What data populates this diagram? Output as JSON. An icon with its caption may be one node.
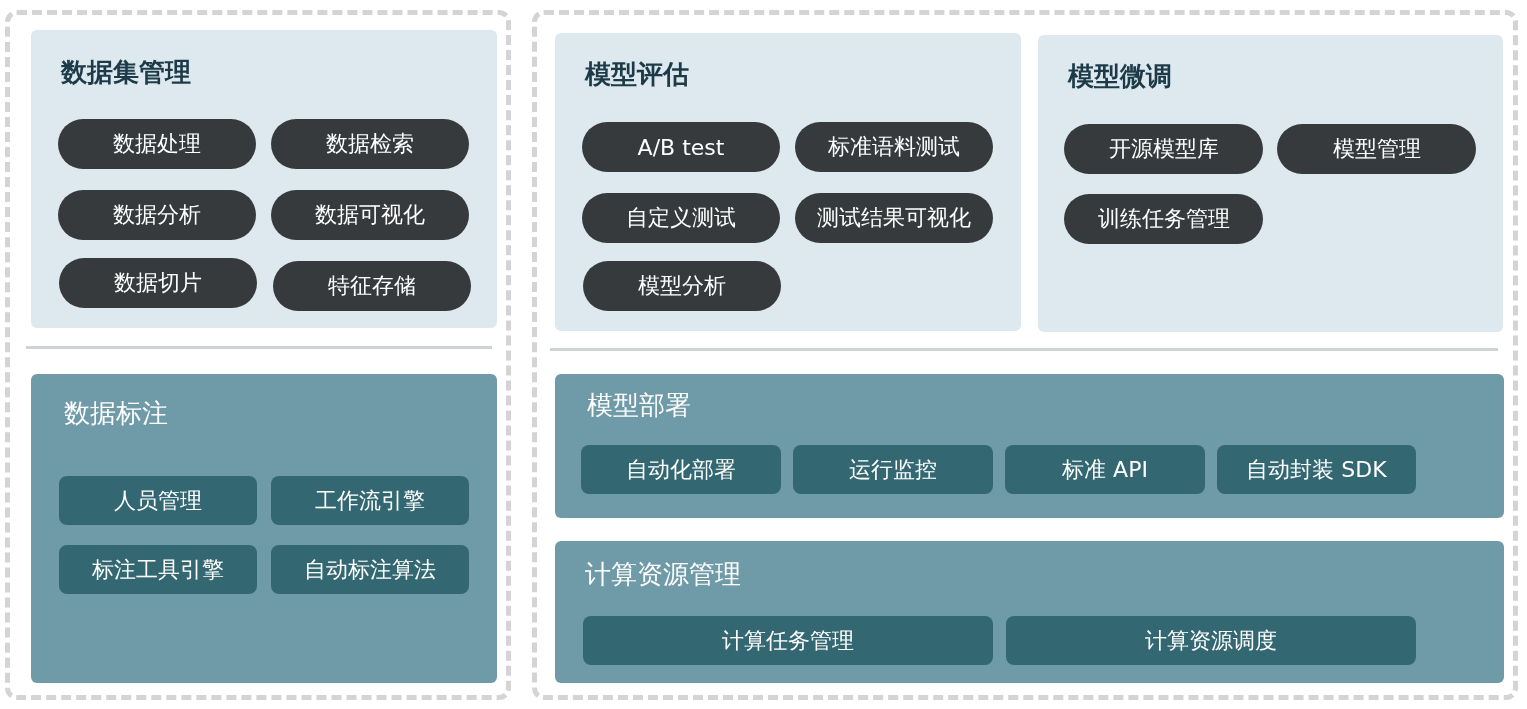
{
  "diagram": {
    "nodes": [
      {
        "text": [],
        "shape": "box"
      },
      {
        "text": [
          "数据集管理"
        ],
        "in": 0
      },
      {
        "text": [
          "数据处理"
        ],
        "in": 1
      },
      {
        "text": [
          "数据检索"
        ],
        "in": 1
      },
      {
        "text": [
          "数据分析"
        ],
        "in": 1
      },
      {
        "text": [
          "数据可视化"
        ],
        "in": 1
      },
      {
        "text": [
          "数据切片"
        ],
        "in": 1
      },
      {
        "text": [
          "特征存储"
        ],
        "in": 1
      },
      {
        "text": [
          "数据标注"
        ],
        "in": 0
      },
      {
        "text": [
          "人员管理"
        ],
        "in": 8
      },
      {
        "text": [
          "工作流引擎"
        ],
        "in": 8
      },
      {
        "text": [
          "标注工具引擎"
        ],
        "in": 8
      },
      {
        "text": [
          "自动标注算法"
        ],
        "in": 8
      },
      {
        "text": [],
        "shape": "box"
      },
      {
        "text": [
          "模型评估"
        ],
        "in": 13
      },
      {
        "text": [
          "A/B test"
        ],
        "in": 14
      },
      {
        "text": [
          "标准语料测试"
        ],
        "in": 14
      },
      {
        "text": [
          "自定义测试"
        ],
        "in": 14
      },
      {
        "text": [
          "测试结果可视化"
        ],
        "in": 14
      },
      {
        "text": [
          "模型分析"
        ],
        "in": 14
      },
      {
        "text": [
          "模型微调"
        ],
        "in": 13
      },
      {
        "text": [
          "开源模型库"
        ],
        "in": 20
      },
      {
        "text": [
          "模型管理"
        ],
        "in": 20
      },
      {
        "text": [
          "训练任务管理"
        ],
        "in": 20
      },
      {
        "text": [
          "模型部署"
        ],
        "in": 13
      },
      {
        "text": [
          "自动化部署"
        ],
        "in": 24
      },
      {
        "text": [
          "运行监控"
        ],
        "in": 24
      },
      {
        "text": [
          "标准 API"
        ],
        "in": 24
      },
      {
        "text": [
          "自动封装 SDK"
        ],
        "in": 24
      },
      {
        "text": [
          "计算资源管理"
        ],
        "in": 13
      },
      {
        "text": [
          "计算任务管理"
        ],
        "in": 29
      },
      {
        "text": [
          "计算资源调度"
        ],
        "in": 29
      }
    ]
  }
}
